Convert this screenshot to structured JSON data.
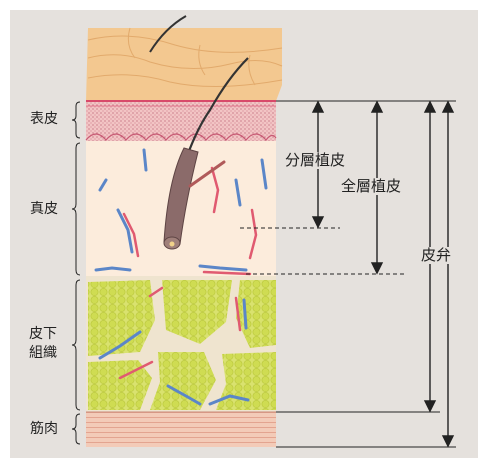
{
  "layers": [
    {
      "id": "epidermis",
      "label": "表皮"
    },
    {
      "id": "dermis",
      "label": "真皮"
    },
    {
      "id": "subcutaneous",
      "label_line1": "皮下",
      "label_line2": "組織"
    },
    {
      "id": "muscle",
      "label": "筋肉"
    }
  ],
  "annotations": {
    "split_thickness": "分層植皮",
    "full_thickness": "全層植皮",
    "flap": "皮弁"
  },
  "colors": {
    "background_panel": "#e5e1dd",
    "epidermis_surface": "#f3c890",
    "epidermis_basal": "#f2c4c4",
    "dermis": "#fcecdc",
    "fat": "#d6e06a",
    "muscle": "#f3c4b2",
    "vein": "#5b86c8",
    "artery": "#e05a70",
    "hair": "#333333"
  }
}
